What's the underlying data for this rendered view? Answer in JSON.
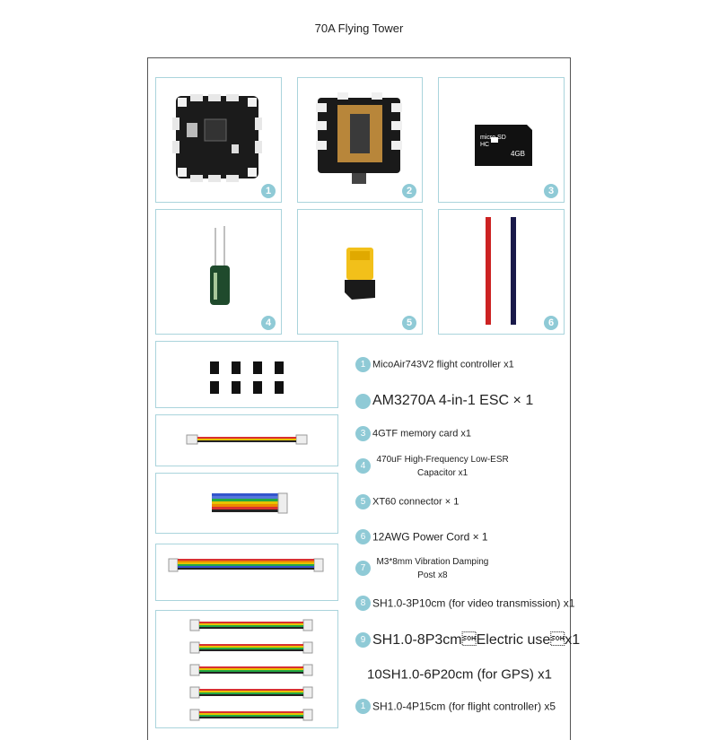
{
  "title": "70A Flying Tower",
  "image_badges": [
    "1",
    "2",
    "3",
    "4",
    "5",
    "6"
  ],
  "items": [
    {
      "num": "1",
      "text": "MicoAir743V2 flight controller x1"
    },
    {
      "num": "",
      "text": "AM3270A 4-in-1 ESC × 1"
    },
    {
      "num": "3",
      "text": "4GTF memory card x1"
    },
    {
      "num": "4",
      "text": "470uF High-Frequency Low-ESR",
      "text2": "Capacitor x1"
    },
    {
      "num": "5",
      "text": "XT60 connector × 1"
    },
    {
      "num": "6",
      "text": "12AWG Power Cord × 1"
    },
    {
      "num": "7",
      "text": "M3*8mm Vibration Damping",
      "text2": "Post x8"
    },
    {
      "num": "8",
      "text": "SH1.0-3P10cm (for video transmission) x1"
    },
    {
      "num": "9",
      "text": "SH1.0-8P3cm\u0001Electric use\u0001x1"
    },
    {
      "num": "",
      "text": "10SH1.0-6P20cm (for GPS) x1"
    },
    {
      "num": "1",
      "text": "SH1.0-4P15cm (for flight controller) x5"
    }
  ],
  "product_images": {
    "flight_controller": "flight-controller-board",
    "esc": "esc-board",
    "memory_card": {
      "brand_text": "micro SD HC",
      "capacity": "4GB"
    },
    "capacitor": "capacitor",
    "xt60": "xt60-connector",
    "power_cord": {
      "colors": [
        "#cc2222",
        "#1a1a4a"
      ]
    }
  },
  "colors": {
    "accent": "#8fcad6",
    "box_border": "#aad4dc"
  }
}
